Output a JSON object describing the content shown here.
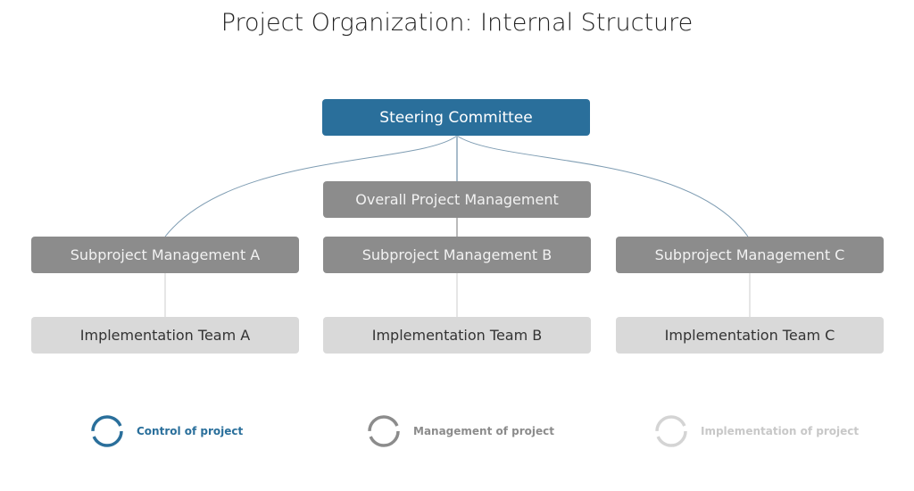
{
  "title": "Project Organization: Internal Structure",
  "nodes": {
    "steering": "Steering Committee",
    "overall": "Overall Project Management",
    "sub_a": "Subproject Management A",
    "sub_b": "Subproject Management B",
    "sub_c": "Subproject Management C",
    "impl_a": "Implementation Team A",
    "impl_b": "Implementation Team B",
    "impl_c": "Implementation Team C"
  },
  "legend": [
    {
      "label": "Control of project",
      "color": "#2a6f9b"
    },
    {
      "label": "Management of project",
      "color": "#8c8c8c"
    },
    {
      "label": "Implementation of project",
      "color": "#d0d0d0"
    }
  ]
}
